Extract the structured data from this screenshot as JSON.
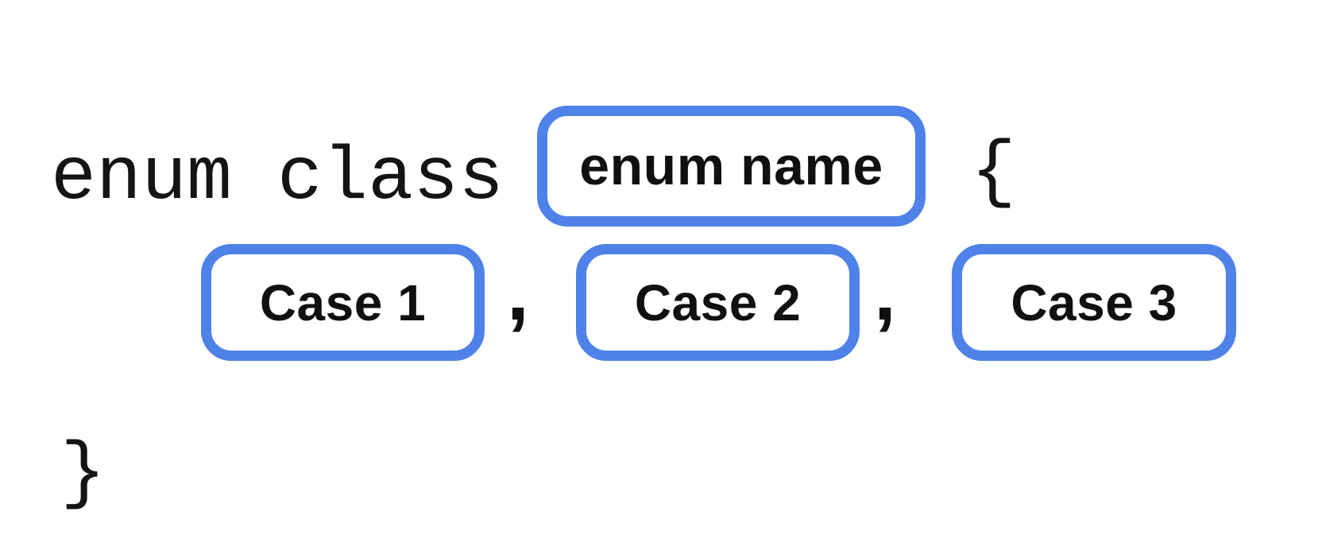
{
  "diagram": {
    "keyword": "enum class",
    "open_brace": "{",
    "close_brace": "}",
    "separator": ",",
    "enum_name_label": "enum name",
    "cases": [
      "Case 1",
      "Case 2",
      "Case 3"
    ],
    "accent_color": "#4F82E8",
    "text_color": "#141414",
    "background_color": "#FFFFFF"
  }
}
